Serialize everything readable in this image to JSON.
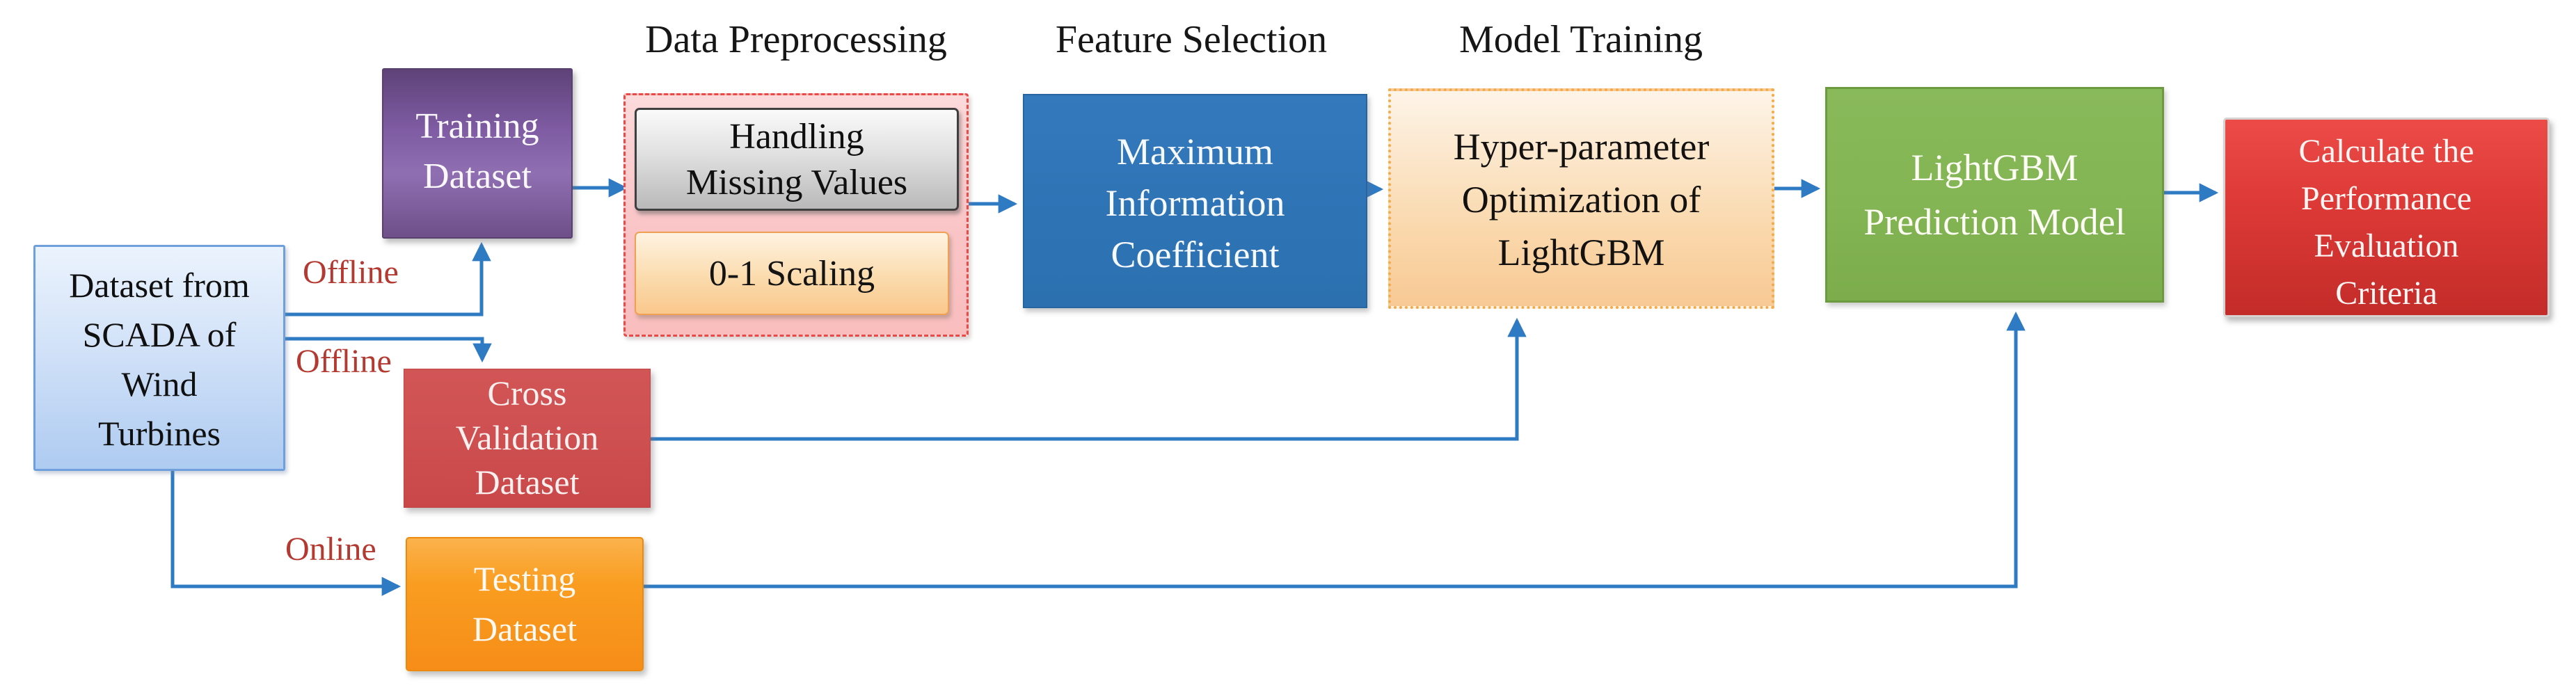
{
  "titles": {
    "data_preprocessing": "Data Preprocessing",
    "feature_selection": "Feature Selection",
    "model_training": "Model Training"
  },
  "nodes": {
    "scada_dataset": {
      "label": "Dataset from\nSCADA of\nWind\nTurbines"
    },
    "training_dataset": {
      "label": "Training\nDataset"
    },
    "handling_missing_values": {
      "label": "Handling\nMissing Values"
    },
    "zero_one_scaling": {
      "label": "0-1 Scaling"
    },
    "maximum_information_coefficient": {
      "label": "Maximum\nInformation\nCoefficient"
    },
    "hyperparameter_optimization": {
      "label": "Hyper-parameter\nOptimization of\nLightGBM"
    },
    "lightgbm_prediction_model": {
      "label": "LightGBM\nPrediction Model"
    },
    "performance_evaluation": {
      "label": "Calculate the\nPerformance\nEvaluation\nCriteria"
    },
    "cross_validation_dataset": {
      "label": "Cross\nValidation\nDataset"
    },
    "testing_dataset": {
      "label": "Testing\nDataset"
    }
  },
  "edge_labels": {
    "offline_top": "Offline",
    "offline_middle": "Offline",
    "online": "Online"
  },
  "palette": {
    "css_vars": {
      "--line-color": "#2F7BC3",
      "--edge-label-color": "#B43A31",
      "--title-color": "#161616"
    },
    "node_fills": {
      "scada_dataset": "#C9DCF6",
      "training_dataset": "#7E5BA2",
      "preprocessing_container": "#FAC5C7",
      "handling_missing_values": "#D9D9D9",
      "zero_one_scaling": "#FBD9A9",
      "maximum_information_coefficient": "#2E74B5",
      "hyperparameter_optimization": "#FAD9AE",
      "lightgbm_prediction_model": "#83B554",
      "performance_evaluation": "#DC3936",
      "cross_validation_dataset": "#CE4F50",
      "testing_dataset": "#F8991E"
    }
  }
}
